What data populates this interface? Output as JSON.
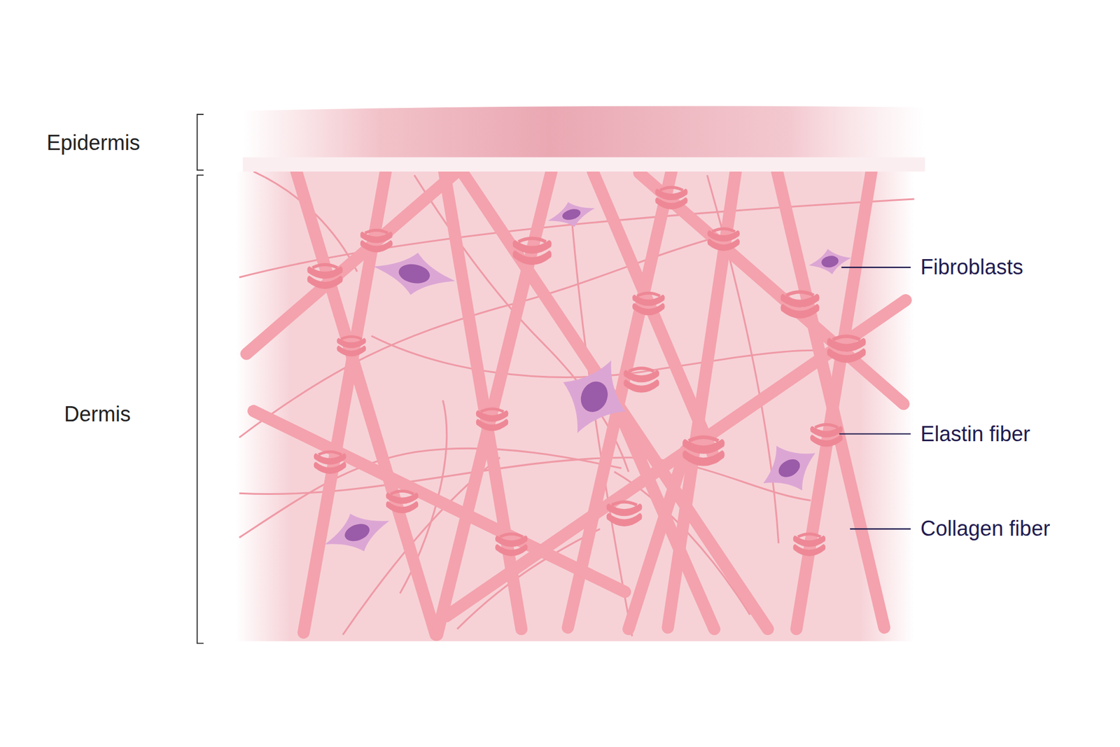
{
  "diagram": {
    "labels": [
      "Epidermis",
      "Dermis",
      "Fibroblasts",
      "Elastin fiber",
      "Collagen fiber"
    ]
  }
}
